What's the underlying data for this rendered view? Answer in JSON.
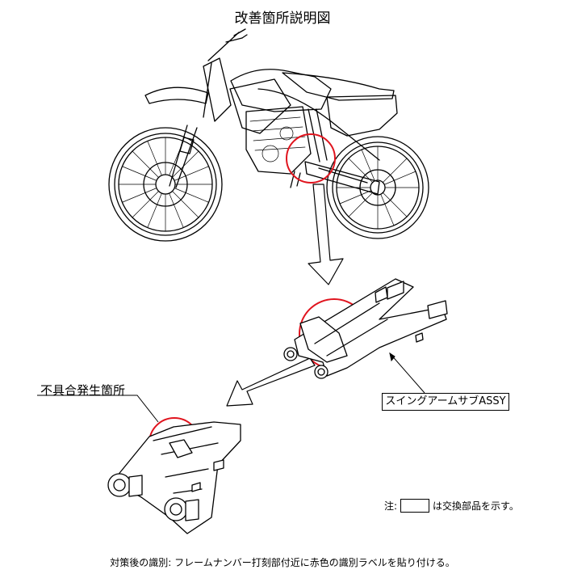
{
  "title": "改善箇所説明図",
  "defect_label": "不具合発生箇所",
  "assy_label": "スイングアームサブASSY",
  "note": {
    "prefix": "注:",
    "suffix": "は交換部品を示す。"
  },
  "footer": "対策後の識別: フレームナンバー打刻部付近に赤色の識別ラベルを貼り付ける。",
  "colors": {
    "highlight": "#e0141e",
    "line": "#000000"
  },
  "icons": [
    "pointer-arrow-icon",
    "highlight-circle-icon"
  ]
}
